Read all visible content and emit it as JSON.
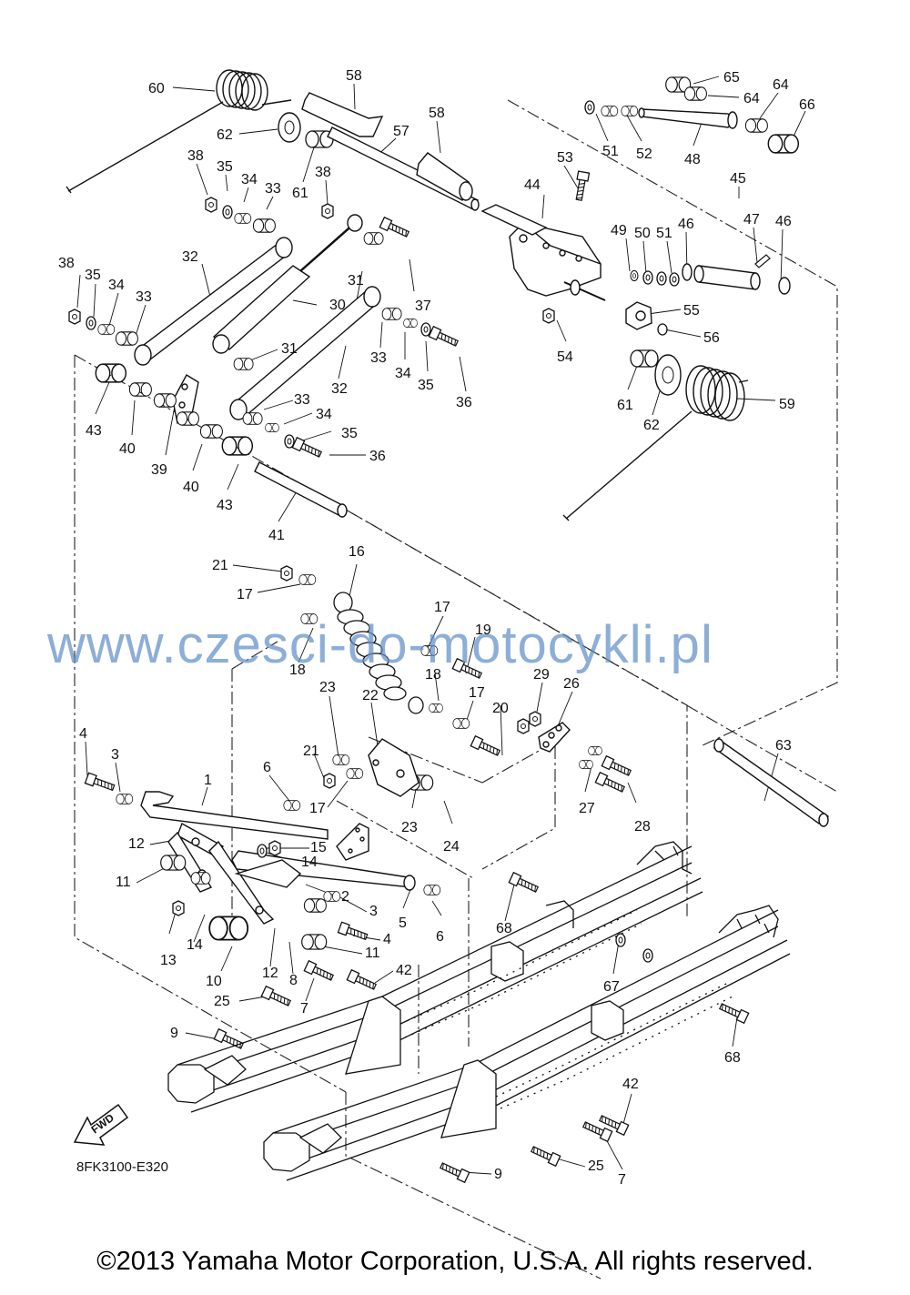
{
  "diagram": {
    "watermark": "www.czesci-do-motocykli.pl",
    "drawing_code": "8FK3100-E320",
    "fwd_label": "FWD",
    "copyright": "©2013 Yamaha Motor Corporation, U.S.A. All rights reserved."
  },
  "callouts": [
    {
      "id": "c60",
      "label": "60"
    },
    {
      "id": "c58a",
      "label": "58"
    },
    {
      "id": "c58b",
      "label": "58"
    },
    {
      "id": "c65",
      "label": "65"
    },
    {
      "id": "c64a",
      "label": "64"
    },
    {
      "id": "c64b",
      "label": "64"
    },
    {
      "id": "c66",
      "label": "66"
    },
    {
      "id": "c62a",
      "label": "62"
    },
    {
      "id": "c57",
      "label": "57"
    },
    {
      "id": "c51a",
      "label": "51"
    },
    {
      "id": "c52",
      "label": "52"
    },
    {
      "id": "c48",
      "label": "48"
    },
    {
      "id": "c38a",
      "label": "38"
    },
    {
      "id": "c35a",
      "label": "35"
    },
    {
      "id": "c34a",
      "label": "34"
    },
    {
      "id": "c33a",
      "label": "33"
    },
    {
      "id": "c61a",
      "label": "61"
    },
    {
      "id": "c38b",
      "label": "38"
    },
    {
      "id": "c53",
      "label": "53"
    },
    {
      "id": "c44",
      "label": "44"
    },
    {
      "id": "c45",
      "label": "45"
    },
    {
      "id": "c49",
      "label": "49"
    },
    {
      "id": "c50",
      "label": "50"
    },
    {
      "id": "c51b",
      "label": "51"
    },
    {
      "id": "c46a",
      "label": "46"
    },
    {
      "id": "c47",
      "label": "47"
    },
    {
      "id": "c46b",
      "label": "46"
    },
    {
      "id": "c32a",
      "label": "32"
    },
    {
      "id": "c38c",
      "label": "38"
    },
    {
      "id": "c35b",
      "label": "35"
    },
    {
      "id": "c34b",
      "label": "34"
    },
    {
      "id": "c33b",
      "label": "33"
    },
    {
      "id": "c30",
      "label": "30"
    },
    {
      "id": "c31a",
      "label": "31"
    },
    {
      "id": "c37",
      "label": "37"
    },
    {
      "id": "c55",
      "label": "55"
    },
    {
      "id": "c56",
      "label": "56"
    },
    {
      "id": "c54",
      "label": "54"
    },
    {
      "id": "c31b",
      "label": "31"
    },
    {
      "id": "c33c",
      "label": "33"
    },
    {
      "id": "c34c",
      "label": "34"
    },
    {
      "id": "c35c",
      "label": "35"
    },
    {
      "id": "c36a",
      "label": "36"
    },
    {
      "id": "c32b",
      "label": "32"
    },
    {
      "id": "c61b",
      "label": "61"
    },
    {
      "id": "c62b",
      "label": "62"
    },
    {
      "id": "c59",
      "label": "59"
    },
    {
      "id": "c43a",
      "label": "43"
    },
    {
      "id": "c40a",
      "label": "40"
    },
    {
      "id": "c39",
      "label": "39"
    },
    {
      "id": "c33d",
      "label": "33"
    },
    {
      "id": "c34d",
      "label": "34"
    },
    {
      "id": "c35d",
      "label": "35"
    },
    {
      "id": "c36b",
      "label": "36"
    },
    {
      "id": "c40b",
      "label": "40"
    },
    {
      "id": "c43b",
      "label": "43"
    },
    {
      "id": "c41",
      "label": "41"
    },
    {
      "id": "c21a",
      "label": "21"
    },
    {
      "id": "c16",
      "label": "16"
    },
    {
      "id": "c17a",
      "label": "17"
    },
    {
      "id": "c17b",
      "label": "17"
    },
    {
      "id": "c19",
      "label": "19"
    },
    {
      "id": "c18a",
      "label": "18"
    },
    {
      "id": "c18b",
      "label": "18"
    },
    {
      "id": "c23a",
      "label": "23"
    },
    {
      "id": "c22",
      "label": "22"
    },
    {
      "id": "c17c",
      "label": "17"
    },
    {
      "id": "c20",
      "label": "20"
    },
    {
      "id": "c29",
      "label": "29"
    },
    {
      "id": "c26",
      "label": "26"
    },
    {
      "id": "c4a",
      "label": "4"
    },
    {
      "id": "c3a",
      "label": "3"
    },
    {
      "id": "c1",
      "label": "1"
    },
    {
      "id": "c21b",
      "label": "21"
    },
    {
      "id": "c6a",
      "label": "6"
    },
    {
      "id": "c17d",
      "label": "17"
    },
    {
      "id": "c23b",
      "label": "23"
    },
    {
      "id": "c24",
      "label": "24"
    },
    {
      "id": "c27",
      "label": "27"
    },
    {
      "id": "c28",
      "label": "28"
    },
    {
      "id": "c63",
      "label": "63"
    },
    {
      "id": "c12a",
      "label": "12"
    },
    {
      "id": "c15",
      "label": "15"
    },
    {
      "id": "c14a",
      "label": "14"
    },
    {
      "id": "c11a",
      "label": "11"
    },
    {
      "id": "c2",
      "label": "2"
    },
    {
      "id": "c3b",
      "label": "3"
    },
    {
      "id": "c5",
      "label": "5"
    },
    {
      "id": "c6b",
      "label": "6"
    },
    {
      "id": "c13",
      "label": "13"
    },
    {
      "id": "c14b",
      "label": "14"
    },
    {
      "id": "c4b",
      "label": "4"
    },
    {
      "id": "c11b",
      "label": "11"
    },
    {
      "id": "c10",
      "label": "10"
    },
    {
      "id": "c12b",
      "label": "12"
    },
    {
      "id": "c8",
      "label": "8"
    },
    {
      "id": "c68a",
      "label": "68"
    },
    {
      "id": "c67",
      "label": "67"
    },
    {
      "id": "c42a",
      "label": "42"
    },
    {
      "id": "c25a",
      "label": "25"
    },
    {
      "id": "c7a",
      "label": "7"
    },
    {
      "id": "c9a",
      "label": "9"
    },
    {
      "id": "c68b",
      "label": "68"
    },
    {
      "id": "c42b",
      "label": "42"
    },
    {
      "id": "c25b",
      "label": "25"
    },
    {
      "id": "c7b",
      "label": "7"
    },
    {
      "id": "c9b",
      "label": "9"
    }
  ]
}
